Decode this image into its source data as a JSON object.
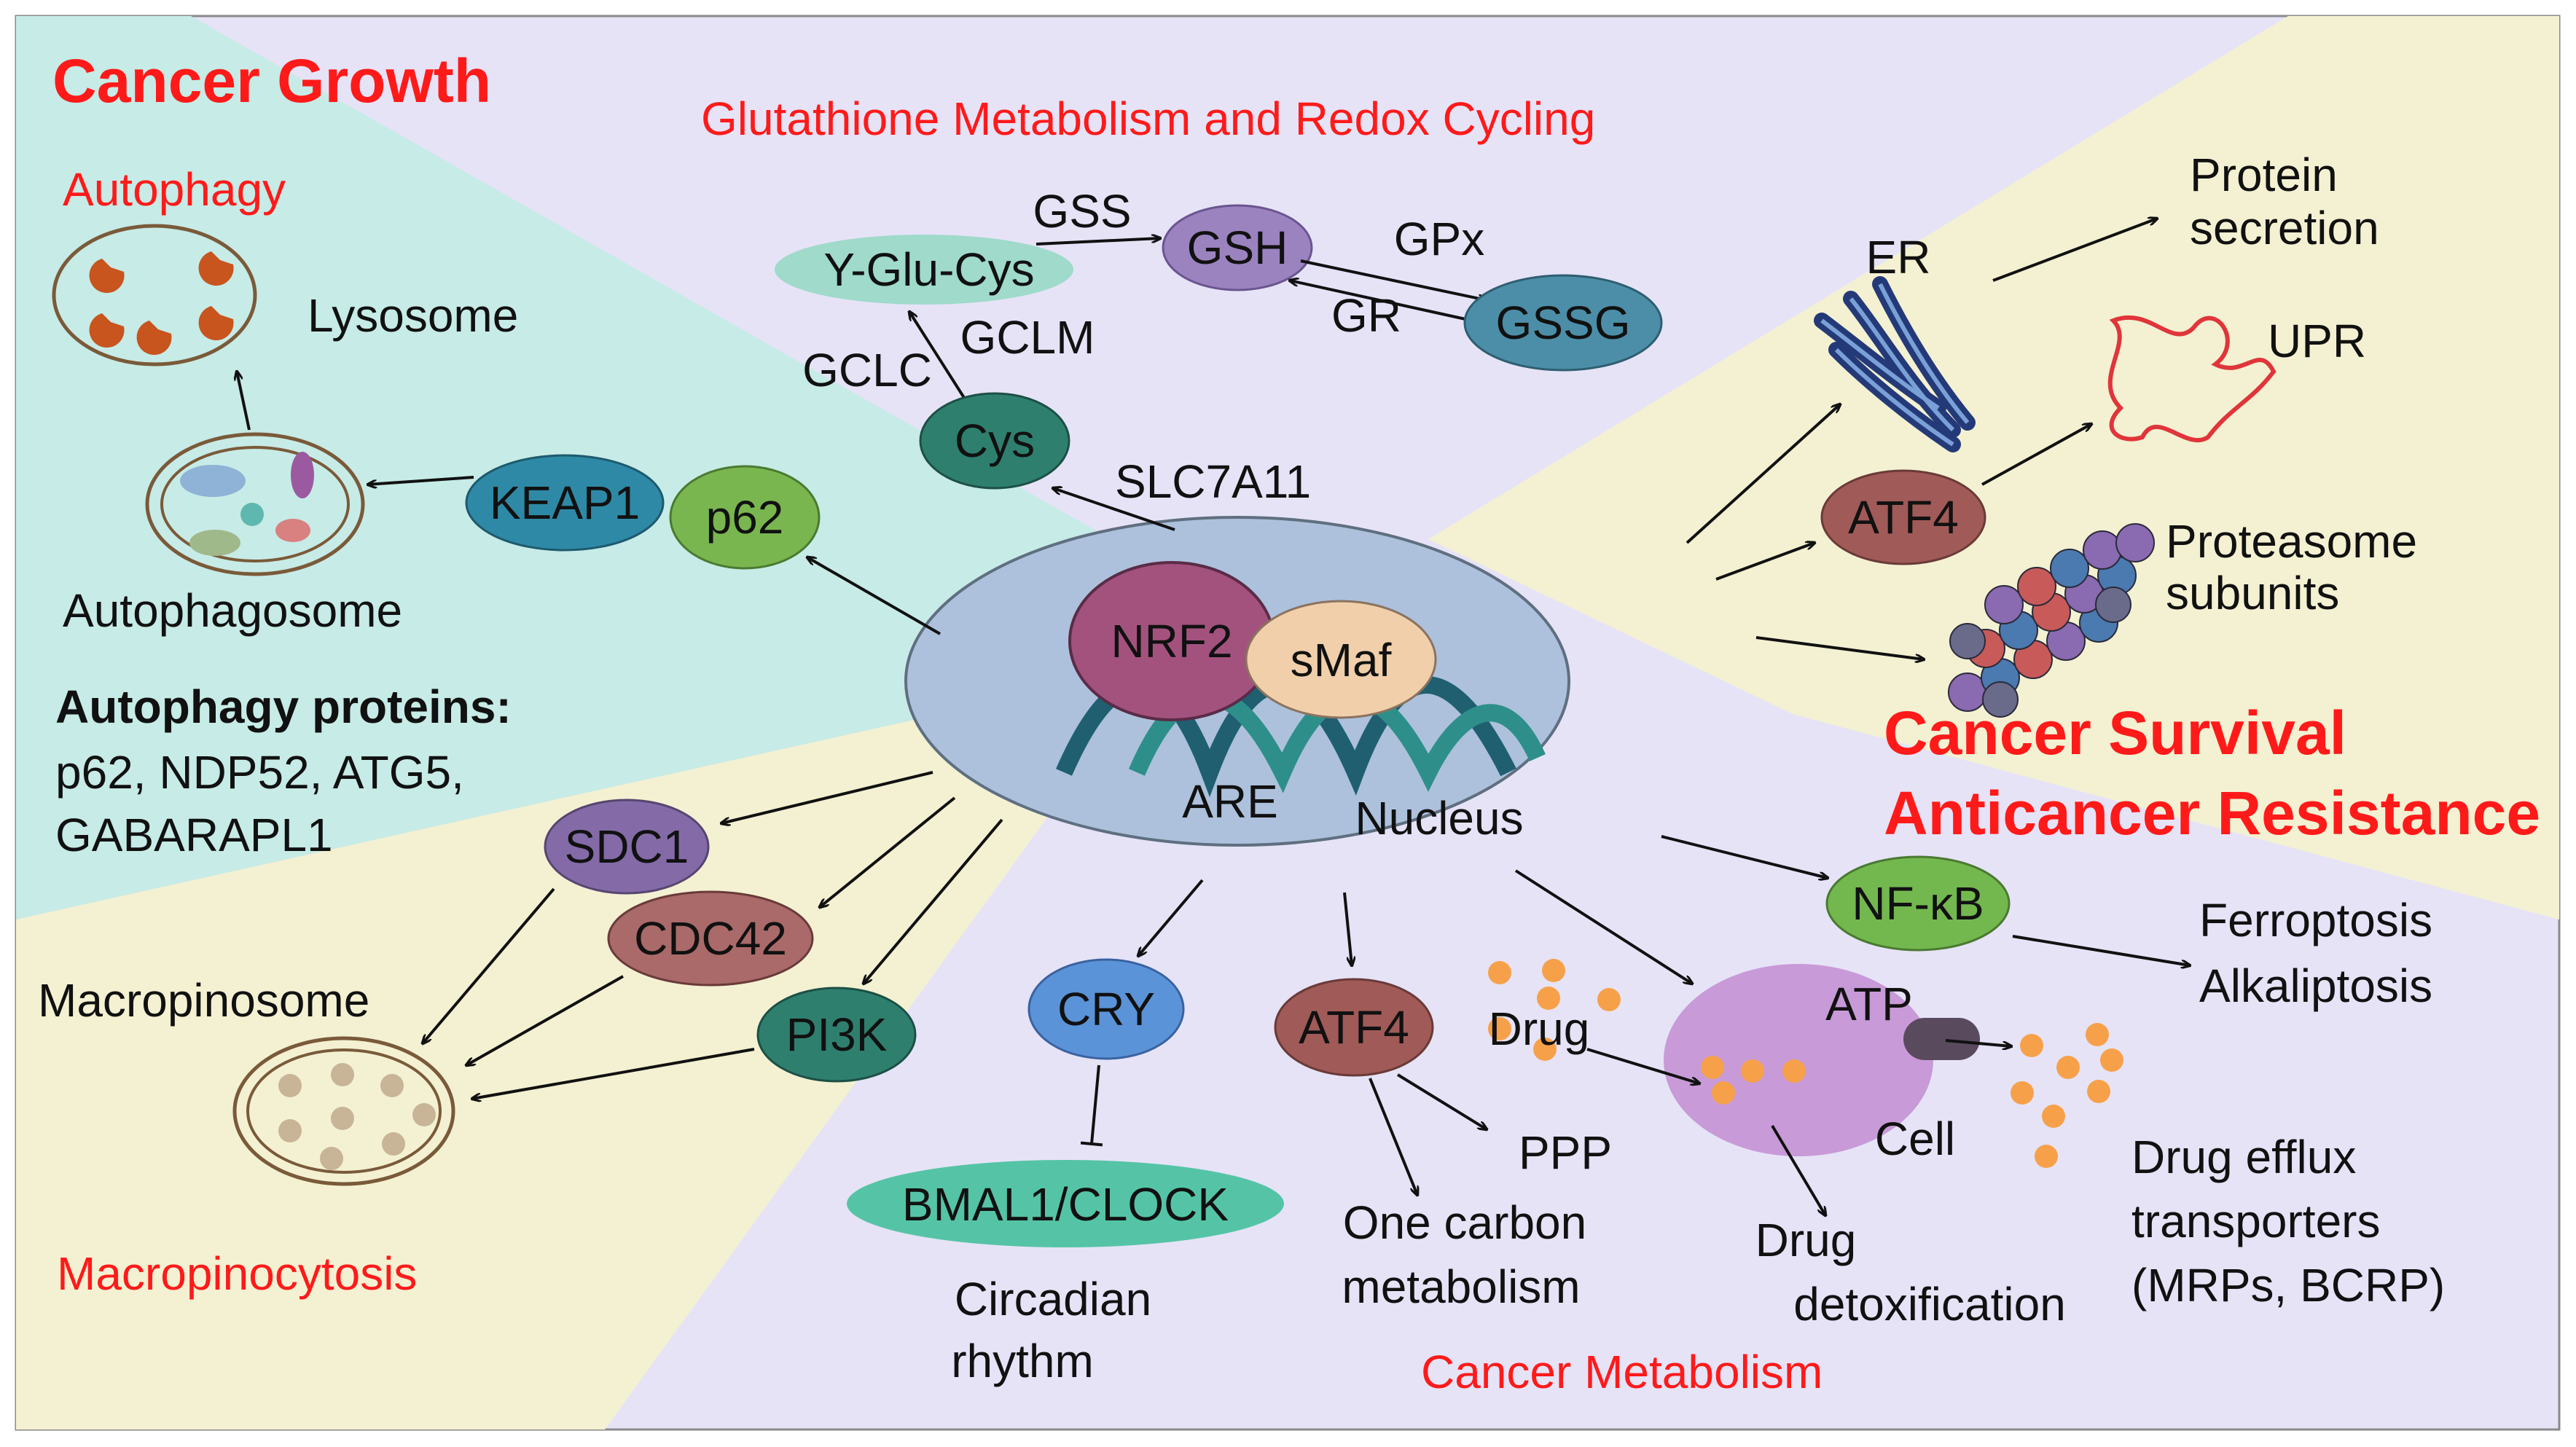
{
  "regions": {
    "cancer_growth": "Cancer Growth",
    "glutathione": "Glutathione Metabolism and Redox Cycling",
    "cancer_survival": "Cancer Survival",
    "anticancer_resistance": "Anticancer Resistance",
    "cancer_metabolism": "Cancer Metabolism",
    "macropinocytosis": "Macropinocytosis",
    "autophagy": "Autophagy"
  },
  "nucleus": {
    "nrf2": "NRF2",
    "smaf": "sMaf",
    "are": "ARE",
    "label": "Nucleus"
  },
  "autophagy_panel": {
    "lysosome": "Lysosome",
    "autophagosome": "Autophagosome",
    "keap1": "KEAP1",
    "p62": "p62",
    "proteins_title": "Autophagy proteins:",
    "proteins_line1": "p62, NDP52, ATG5,",
    "proteins_line2": "GABARAPL1"
  },
  "glutathione_panel": {
    "yglucys": "Y-Glu-Cys",
    "gss": "GSS",
    "gsh": "GSH",
    "gpx": "GPx",
    "gr": "GR",
    "gssg": "GSSG",
    "gclc": "GCLC",
    "gclm": "GCLM",
    "cys": "Cys",
    "slc7a11": "SLC7A11"
  },
  "survival_panel": {
    "er": "ER",
    "protein_secretion_1": "Protein",
    "protein_secretion_2": "secretion",
    "upr": "UPR",
    "atf4": "ATF4",
    "proteasome_1": "Proteasome",
    "proteasome_2": "subunits"
  },
  "macro_panel": {
    "sdc1": "SDC1",
    "cdc42": "CDC42",
    "pi3k": "PI3K",
    "macropinosome": "Macropinosome"
  },
  "metabolism_panel": {
    "cry": "CRY",
    "bmal_clock": "BMAL1/CLOCK",
    "circadian_1": "Circadian",
    "circadian_2": "rhythm",
    "atf4": "ATF4",
    "ppp": "PPP",
    "one_carbon_1": "One carbon",
    "one_carbon_2": "metabolism",
    "drug": "Drug",
    "atp": "ATP",
    "cell": "Cell",
    "detox_1": "Drug",
    "detox_2": "detoxification",
    "efflux_1": "Drug efflux",
    "efflux_2": "transporters",
    "efflux_3": "(MRPs, BCRP)",
    "nfkb": "NF-κB",
    "ferroptosis": "Ferroptosis",
    "alkaliptosis": "Alkaliptosis"
  },
  "colors": {
    "growth_bg": "#c7ebe6",
    "glutathione_bg": "#e6e3f7",
    "survival_bg": "#f3f1d2",
    "macro_bg": "#f3f1d2",
    "metabolism_bg": "#e6e3f7",
    "nucleus_fill": "#adc1dc",
    "nrf2": "#a3527e",
    "smaf": "#f0cfaa",
    "keap1": "#2e89a6",
    "p62": "#7ab64f",
    "teal_dark": "#2f7f6e",
    "gsh": "#9b83c0",
    "gssg": "#4c8ea8",
    "yglucys": "#9fdacb",
    "atf4": "#a05a58",
    "sdc1": "#846ba8",
    "cdc42": "#a96a69",
    "cry": "#5b93d8",
    "bmal": "#55c4a6",
    "nfkb": "#73b84f",
    "cell": "#c89ad8",
    "drug_dot": "#f6a14a",
    "accent_red": "#ff1a1a"
  }
}
